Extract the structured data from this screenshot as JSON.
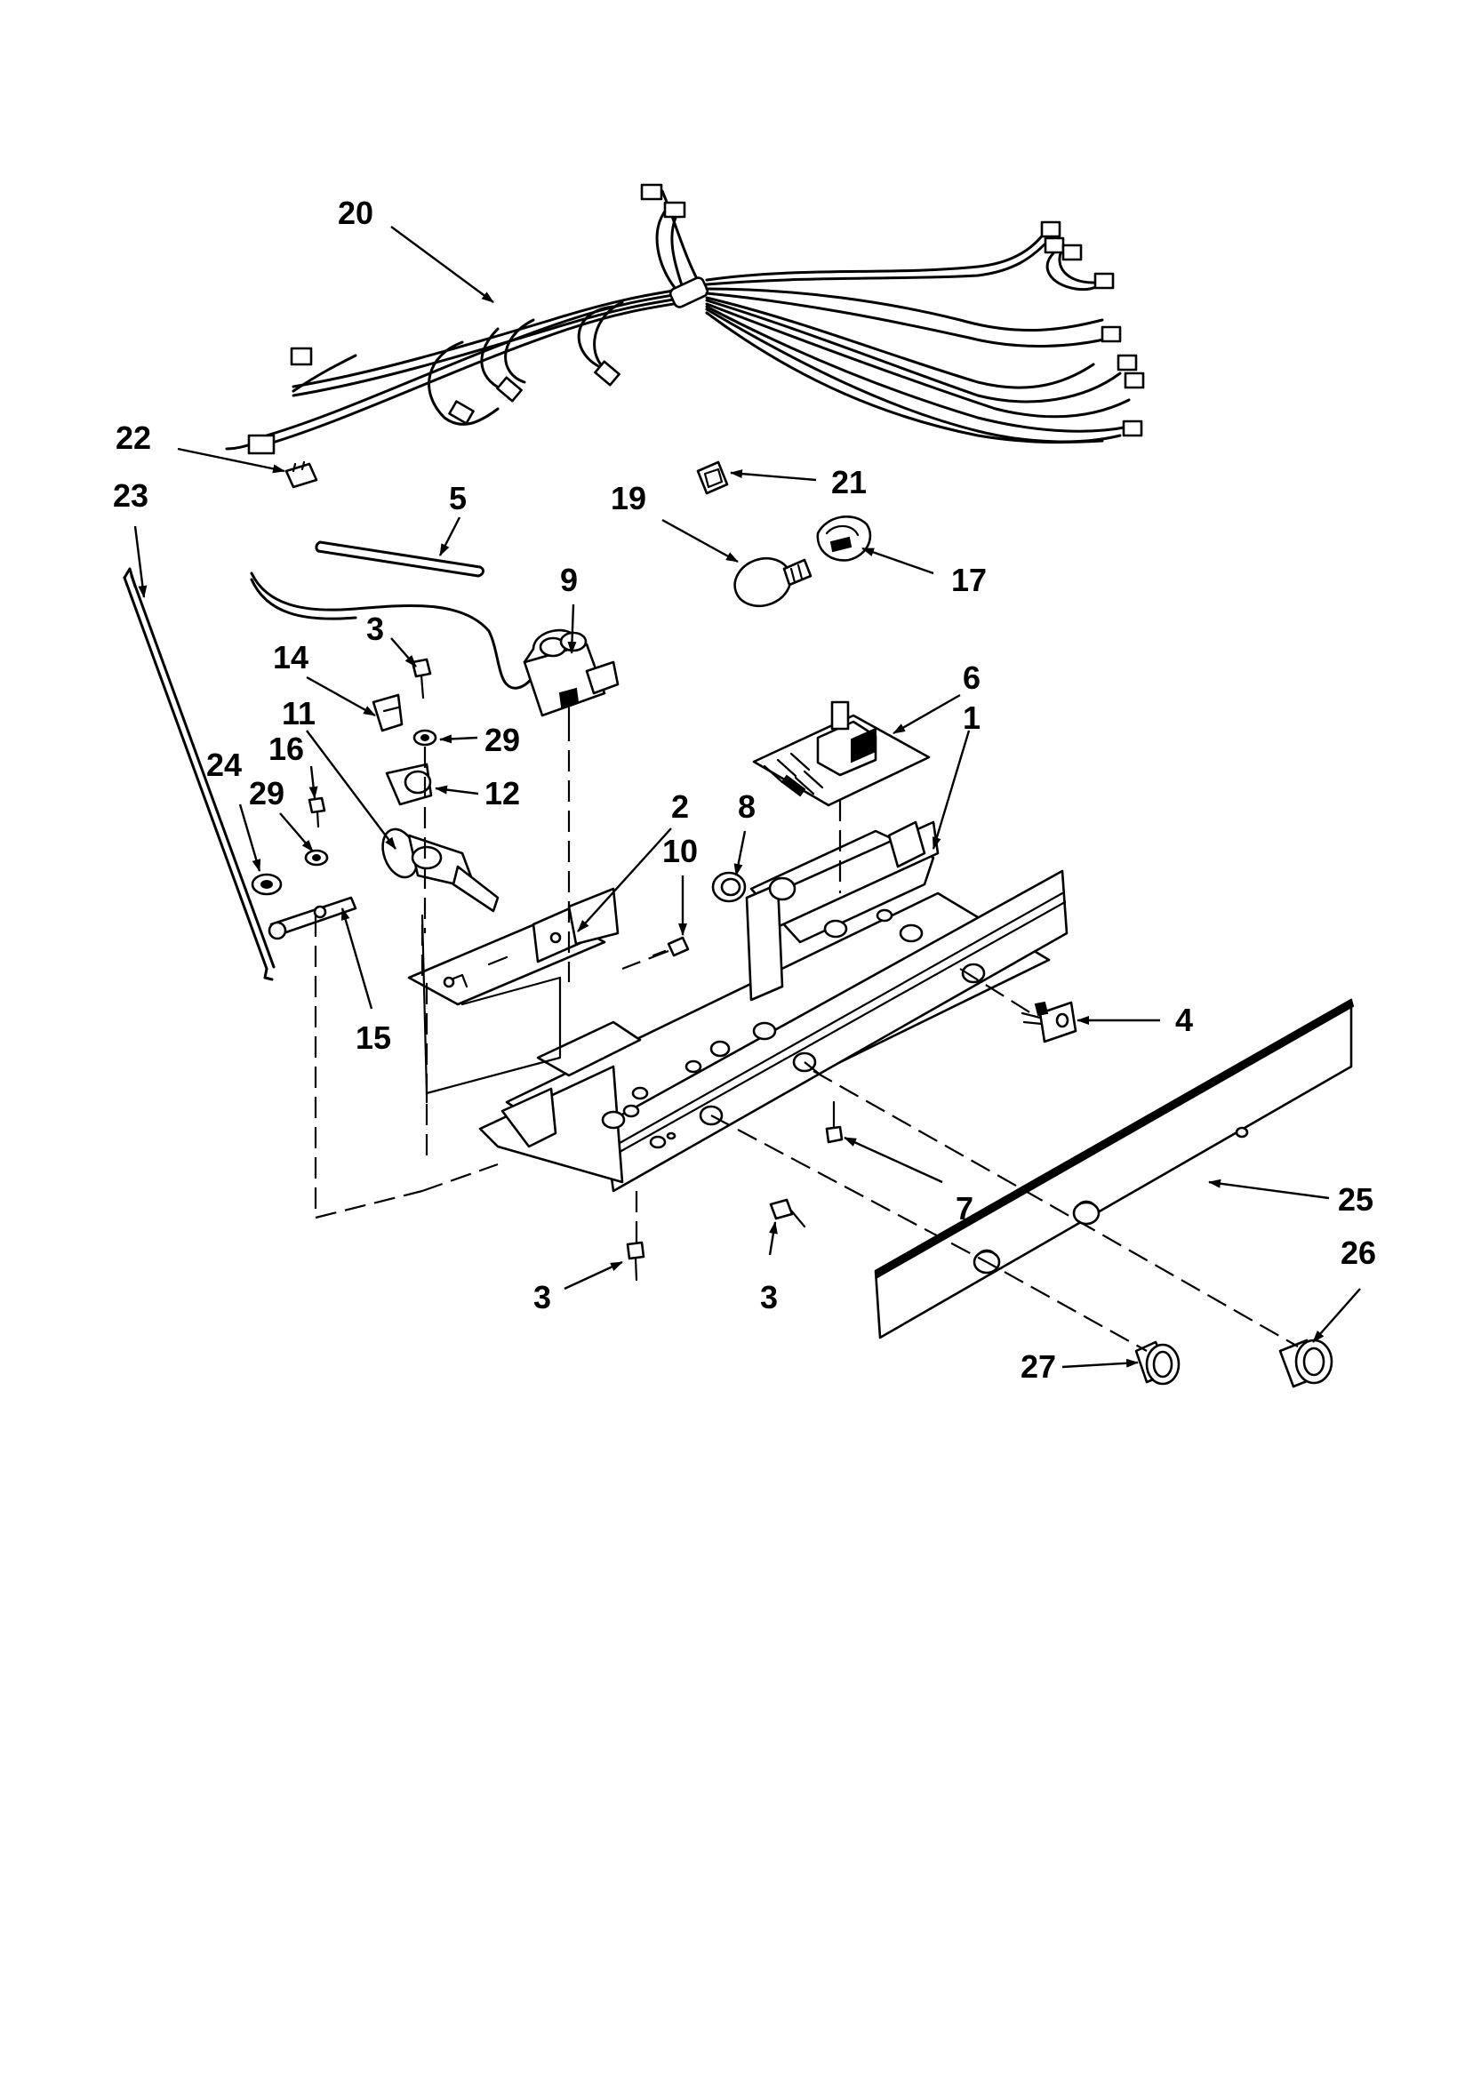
{
  "callouts": {
    "c20": "20",
    "c22": "22",
    "c23": "23",
    "c21": "21",
    "c19": "19",
    "c17": "17",
    "c5": "5",
    "c9": "9",
    "c3_top": "3",
    "c14": "14",
    "c29_top": "29",
    "c11": "11",
    "c12": "12",
    "c24": "24",
    "c16": "16",
    "c29_left": "29",
    "c15": "15",
    "c6": "6",
    "c1": "1",
    "c2": "2",
    "c8": "8",
    "c10": "10",
    "c4": "4",
    "c7": "7",
    "c25": "25",
    "c26": "26",
    "c27": "27",
    "c3_bottom_left": "3",
    "c3_bottom_right": "3"
  },
  "colors": {
    "ink": "#000000",
    "paper": "#ffffff"
  }
}
